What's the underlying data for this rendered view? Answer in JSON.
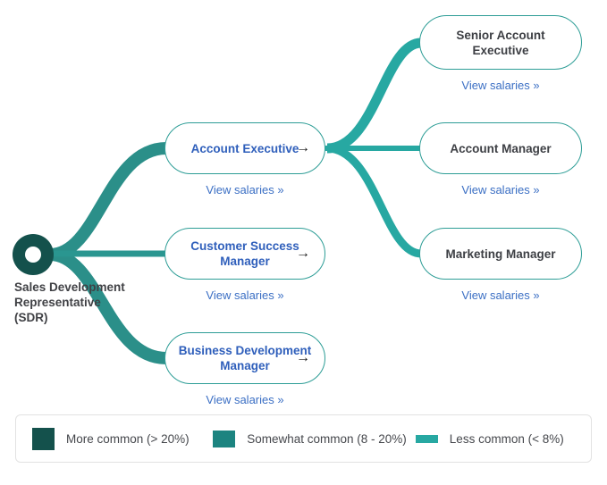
{
  "root": {
    "label": "Sales Development Representative (SDR)",
    "node_name": "root-node-sdr"
  },
  "link_label": "View salaries »",
  "arrow_glyph": "→",
  "nodes": {
    "account_executive": {
      "title": "Account Executive",
      "link": "View salaries »"
    },
    "customer_success_manager": {
      "title": "Customer Success Manager",
      "link": "View salaries »"
    },
    "business_development_manager": {
      "title": "Business Development Manager",
      "link": "View salaries »"
    },
    "senior_account_executive": {
      "title": "Senior Account Executive",
      "link": "View salaries »"
    },
    "account_manager": {
      "title": "Account Manager",
      "link": "View salaries »"
    },
    "marketing_manager": {
      "title": "Marketing Manager",
      "link": "View salaries »"
    }
  },
  "legend": {
    "items": [
      {
        "label": "More common (> 20%)",
        "color": "#14514c",
        "weight": "more"
      },
      {
        "label": "Somewhat common (8 - 20%)",
        "color": "#1c8480",
        "weight": "somewhat"
      },
      {
        "label": "Less common (< 8%)",
        "color": "#27a8a2",
        "weight": "less"
      }
    ]
  },
  "colors": {
    "dark_teal": "#14514c",
    "medium_teal": "#1c8480",
    "light_teal": "#27a8a2",
    "card_border": "#2d9d96",
    "link_blue": "#3b6fc4",
    "primary_title_blue": "#2f5fbb",
    "secondary_title_gray": "#3d3f44"
  },
  "edges": [
    {
      "from": "Sales Development Representative (SDR)",
      "to": "Account Executive",
      "weight": "somewhat"
    },
    {
      "from": "Sales Development Representative (SDR)",
      "to": "Customer Success Manager",
      "weight": "less"
    },
    {
      "from": "Sales Development Representative (SDR)",
      "to": "Business Development Manager",
      "weight": "somewhat"
    },
    {
      "from": "Account Executive",
      "to": "Senior Account Executive",
      "weight": "somewhat"
    },
    {
      "from": "Account Executive",
      "to": "Account Manager",
      "weight": "less"
    },
    {
      "from": "Account Executive",
      "to": "Marketing Manager",
      "weight": "less"
    }
  ]
}
